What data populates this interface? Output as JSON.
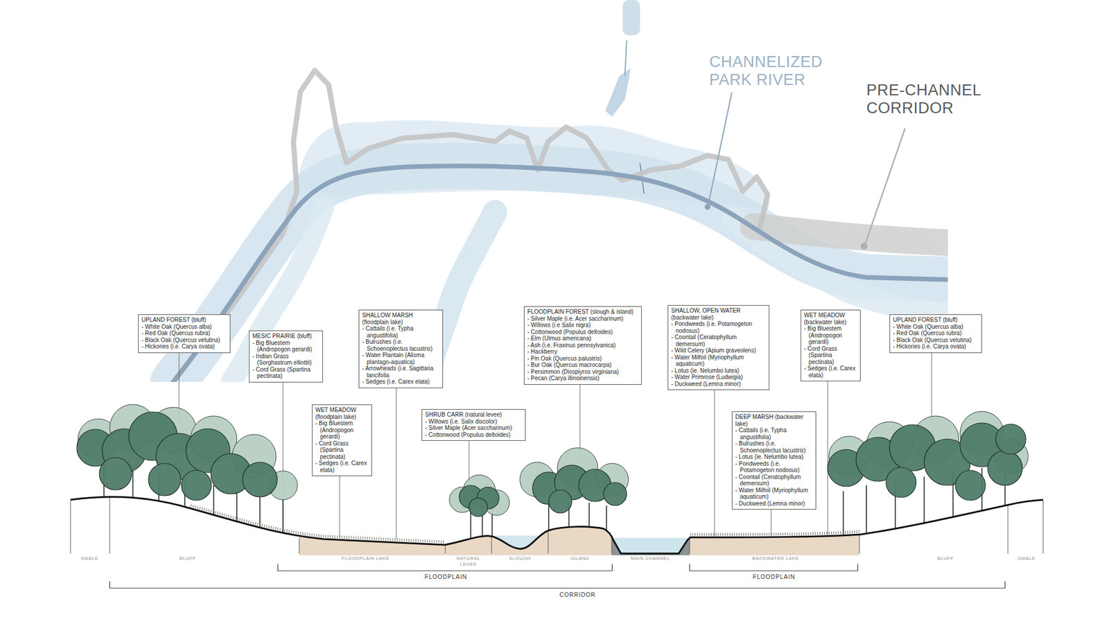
{
  "diagram": {
    "nodes": [
      {
        "text": [
          "UPLAND FOREST (bluff)",
          "- White Oak (Quercus alba)",
          "- Red Oak (Quercus rubra)",
          "- Black Oak (Quercus velutina)",
          "- Hickories (i.e. Carya ovata)"
        ]
      },
      {
        "text": [
          "MESIC PRAIRIE (bluff)",
          "- Big Bluestem (Andropogon gerardi)",
          "- Indian Grass (Sorghastrum elliottii)",
          "- Cord Grass (Spartina pectinata)"
        ]
      },
      {
        "text": [
          "WET MEADOW (floodplain lake)",
          "- Big Bluestem (Andropogon gerardi)",
          "- Cord Grass (Spartina pectinata)",
          "- Sedges (i.e. Carex elata)"
        ]
      },
      {
        "text": [
          "SHALLOW MARSH (floodplain lake)",
          "- Cattails (i.e. Typha angustifolia)",
          "- Bulrushes (i.e. Schoenoplectus lacustris)",
          "- Water Plantain (Alisma plantago-aquatica)",
          "- Arrowheads (i.e. Sagittaria lancifolia",
          "- Sedges (i.e. Carex elata)"
        ]
      },
      {
        "text": [
          "SHRUB CARR (natural levee)",
          "- Willows (i.e. Salix discolor)",
          "- Silver Maple (Acer saccharinum)",
          "- Cottonwood (Populus deltoides)"
        ]
      },
      {
        "text": [
          "FLOODPLAIN FOREST (slough & island)",
          "- Silver Maple (i.e. Acer saccharinum)",
          "- Willows (i.e Salix nigra)",
          "- Cottonwood (Populus deltoides)",
          "- Elm (Ulmus americana)",
          "- Ash (i.e. Fraxinus pennsylvanica)",
          "- Hackberry",
          "- Pin Oak (Quercus palustris)",
          "- Bur Oak (Quercus macrocarpa)",
          "- Persimmon (Diospiyros virginiana)",
          "- Pecan (Carya illinoinensis)"
        ]
      },
      {
        "text": [
          "SHALLOW, OPEN WATER (backwater lake)",
          "- Pondweeds (i.e. Potamogeton nodosus)",
          "- Coontail (Ceratophyllum demersum)",
          "- Wild Celery (Apium graveolens)",
          "- Water Milfoil (Myriophyllum aquaticum)",
          "- Lotus (ie. Nelumbo lutea)",
          "- Water Primrose (Ludwigia)",
          "- Duckweed (Lemna minor)"
        ]
      },
      {
        "text": [
          "DEEP MARSH (backwater lake)",
          "- Cattails (i.e. Typha angustifolia)",
          "- Bulrushes (i.e. Schoenoplectus lacustris)",
          "- Lotus (ie. Nelumbo lutea)",
          "- Pondweeds (i.e. Potamogeton nodosus)",
          "- Coontail (Ceratophyllum demersum)",
          "- Water Milfoil (Myriophyllum aquaticum)",
          "- Duckweed (Lemna minor)"
        ]
      },
      {
        "text": [
          "WET MEADOW (backwater lake)",
          "- Big Bluestem (Andropogon gerardi)",
          "- Cord Grass (Spartina pectinata)",
          "- Sedges (i.e. Carex elata)"
        ]
      },
      {
        "text": [
          "UPLAND FOREST (bluff)",
          "- White Oak (Quercus alba)",
          "- Red Oak (Quercus rubra)",
          "- Black Oak (Quercus velutina)",
          "- Hickories (i.e. Carya ovata)"
        ]
      }
    ],
    "labels": [
      "CHANNELIZED PARK RIVER",
      "PRE-CHANNEL CORRIDOR",
      "SWALE",
      "BLUFF",
      "FLOODPLAIN LAKE",
      "NATURAL LEVEE",
      "SLOUGH",
      "ISLAND",
      "MAIN CHANNEL",
      "BACKWATER LAKE",
      "BLUFF",
      "SWALE",
      "FLOODPLAIN",
      "FLOODPLAIN",
      "CORRIDOR"
    ]
  }
}
